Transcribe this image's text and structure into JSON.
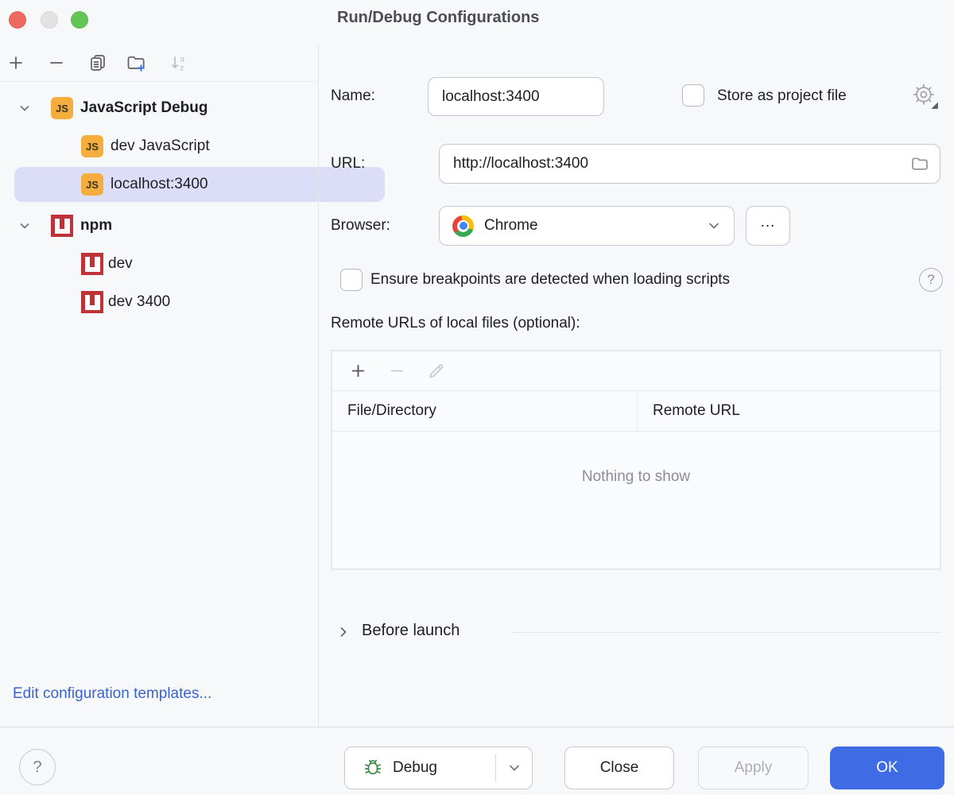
{
  "window": {
    "title": "Run/Debug Configurations"
  },
  "help_glyph": "?",
  "colors": {
    "accent_blue": "#3F6CE4",
    "link_blue": "#3B63D3",
    "tree_selection": "#DBDEF6",
    "js_icon_bg": "#F5AE3D",
    "npm_icon_red": "#BF3237",
    "debug_bug_green": "#3E8B44",
    "dialog_bg": "#F7F8FA",
    "border_gray": "#C4C7D1"
  },
  "sidebar": {
    "toolbar_icons": [
      "add",
      "remove",
      "copy-configuration",
      "new-folder",
      "sort-configurations"
    ],
    "js_badge": "JS",
    "tree": [
      {
        "label": "JavaScript Debug",
        "icon": "js",
        "group": true,
        "expanded": true
      },
      {
        "label": "dev JavaScript",
        "icon": "js",
        "group": false
      },
      {
        "label": "localhost:3400",
        "icon": "js",
        "group": false,
        "selected": true
      },
      {
        "label": "npm",
        "icon": "npm",
        "group": true,
        "expanded": true
      },
      {
        "label": "dev",
        "icon": "npm",
        "group": false
      },
      {
        "label": "dev 3400",
        "icon": "npm",
        "group": false
      }
    ],
    "edit_templates_link": "Edit configuration templates..."
  },
  "form": {
    "name": {
      "label": "Name:",
      "value": "localhost:3400"
    },
    "store_as_project_file": {
      "label": "Store as project file",
      "checked": false
    },
    "url": {
      "label": "URL:",
      "value": "http://localhost:3400"
    },
    "browser": {
      "label": "Browser:",
      "value": "Chrome",
      "browse_more": "..."
    },
    "ensure_breakpoints": {
      "label": "Ensure breakpoints are detected when loading scripts",
      "checked": false
    },
    "remote_urls": {
      "label": "Remote URLs of local files (optional):",
      "toolbar_icons": [
        "add",
        "remove",
        "edit"
      ],
      "columns": [
        "File/Directory",
        "Remote URL"
      ],
      "rows": [],
      "empty_text": "Nothing to show"
    },
    "before_launch": {
      "label": "Before launch",
      "expanded": false
    }
  },
  "footer": {
    "debug_label": "Debug",
    "close_label": "Close",
    "apply_label": "Apply",
    "ok_label": "OK"
  }
}
